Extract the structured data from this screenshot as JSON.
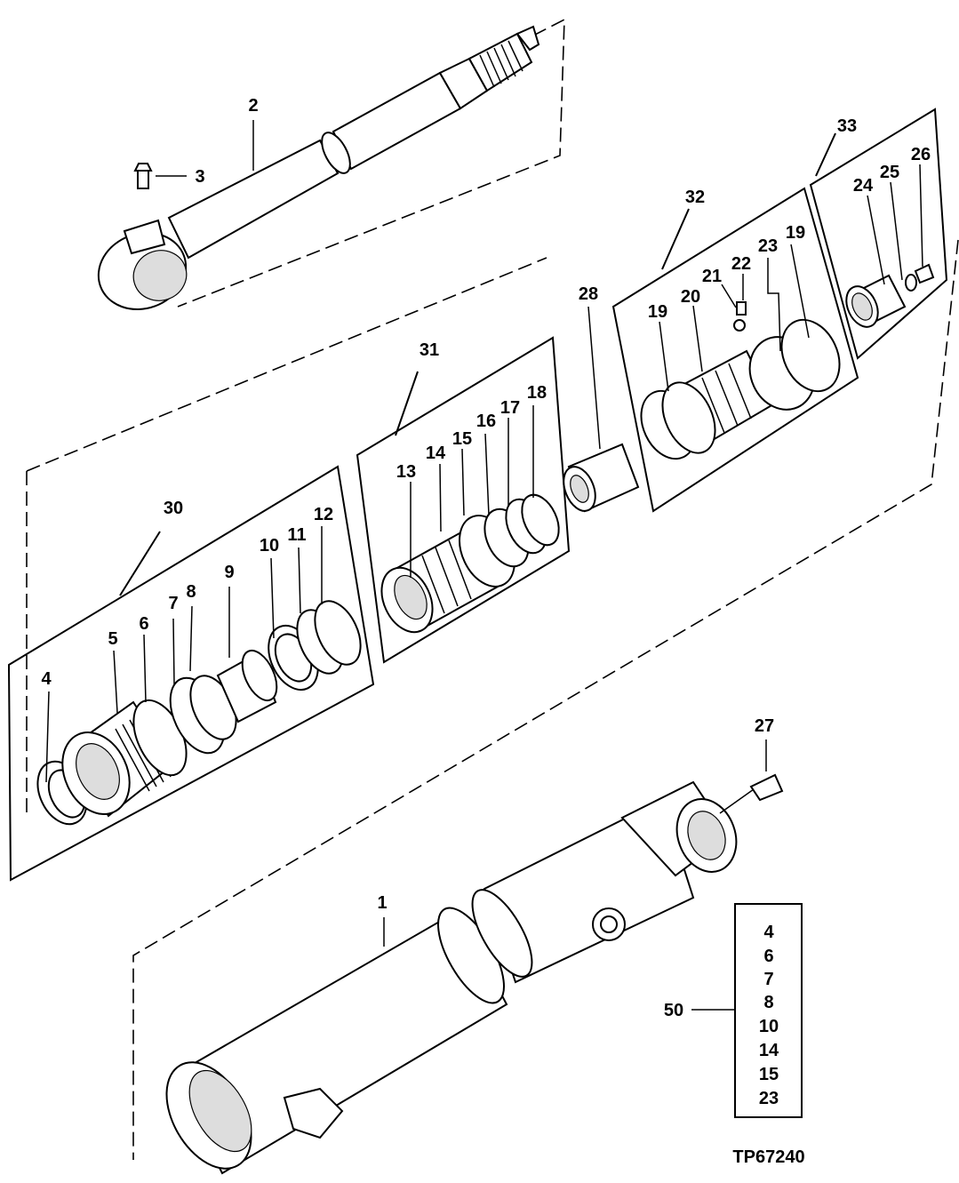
{
  "drawing_id": "TP67240",
  "callouts": {
    "c1": "1",
    "c2": "2",
    "c3": "3",
    "c4": "4",
    "c5": "5",
    "c6": "6",
    "c7": "7",
    "c8": "8",
    "c9": "9",
    "c10": "10",
    "c11": "11",
    "c12": "12",
    "c13": "13",
    "c14": "14",
    "c15": "15",
    "c16": "16",
    "c17": "17",
    "c18": "18",
    "c19a": "19",
    "c19b": "19",
    "c20": "20",
    "c21": "21",
    "c22": "22",
    "c23": "23",
    "c24": "24",
    "c25": "25",
    "c26": "26",
    "c27": "27",
    "c28": "28",
    "c30": "30",
    "c31": "31",
    "c32": "32",
    "c33": "33",
    "c50": "50"
  },
  "kit_50": {
    "label": "50",
    "items": [
      "4",
      "6",
      "7",
      "8",
      "10",
      "14",
      "15",
      "23"
    ]
  }
}
